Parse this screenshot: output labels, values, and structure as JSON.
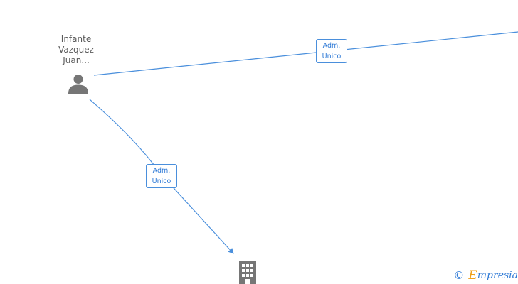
{
  "graph": {
    "person": {
      "name_lines": [
        "Infante",
        "Vazquez",
        "Juan..."
      ],
      "icon": "person-icon"
    },
    "company": {
      "icon": "building-icon"
    },
    "edges": [
      {
        "label_lines": [
          "Adm.",
          "Unico"
        ]
      },
      {
        "label_lines": [
          "Adm.",
          "Unico"
        ]
      }
    ]
  },
  "colors": {
    "edge": "#4a8fdc",
    "icon": "#767676",
    "label_text": "#5a5a5a",
    "brand_accent": "#f0a11a"
  },
  "watermark": {
    "copyright": "©",
    "brand_initial": "E",
    "brand_rest": "mpresia"
  }
}
